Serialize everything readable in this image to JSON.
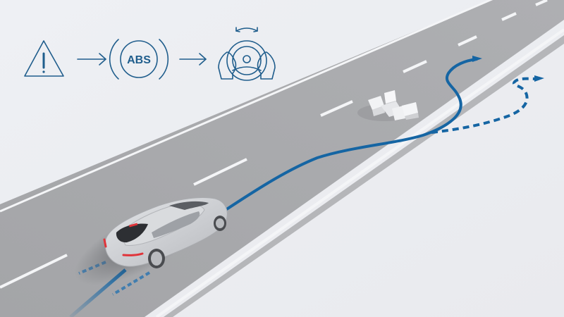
{
  "scene": {
    "description": "Illustration of a car performing an evasive steering maneuver around an obstacle on a road",
    "colors": {
      "background": "#ecedf1",
      "road": "#a9aaad",
      "road_marking": "#f4f5f7",
      "path_blue": "#1565a3",
      "icon_blue": "#1f5d8c",
      "car_body": "#d4d6d9",
      "tail_light": "#e0343a"
    }
  },
  "sequence": {
    "steps": [
      {
        "icon": "warning-triangle-icon",
        "label": "!"
      },
      {
        "icon": "arrow-right-icon"
      },
      {
        "icon": "abs-icon",
        "label": "ABS"
      },
      {
        "icon": "arrow-right-icon"
      },
      {
        "icon": "steering-wheel-hands-icon"
      }
    ]
  },
  "paths": {
    "solid": "evasive-path",
    "dashed": "uncontrolled-path"
  }
}
